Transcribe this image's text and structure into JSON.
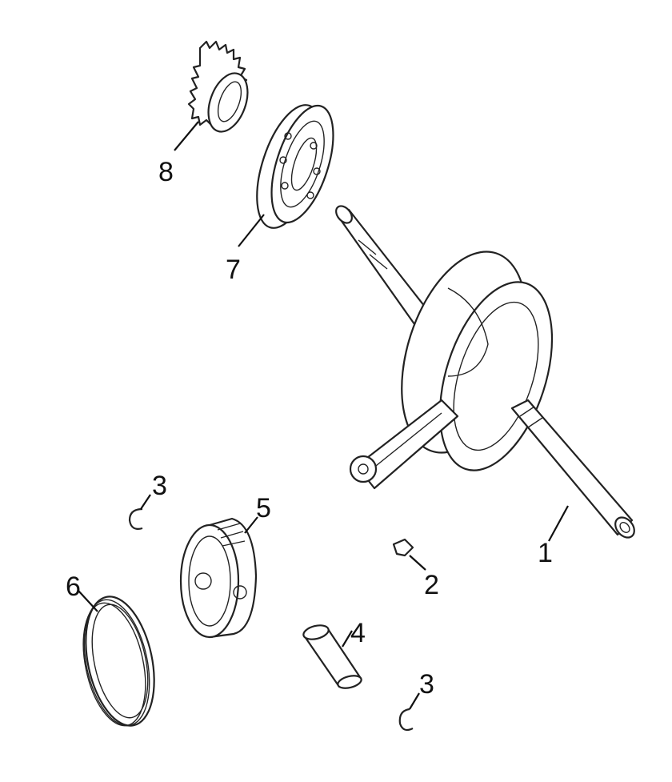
{
  "parts": [
    {
      "id": "crankshaft",
      "label": "1"
    },
    {
      "id": "key",
      "label": "2"
    },
    {
      "id": "circlip-upper",
      "label": "3"
    },
    {
      "id": "circlip-lower",
      "label": "3"
    },
    {
      "id": "piston-pin",
      "label": "4"
    },
    {
      "id": "piston",
      "label": "5"
    },
    {
      "id": "piston-ring-set",
      "label": "6"
    },
    {
      "id": "bearing",
      "label": "7"
    },
    {
      "id": "sprocket",
      "label": "8"
    }
  ]
}
